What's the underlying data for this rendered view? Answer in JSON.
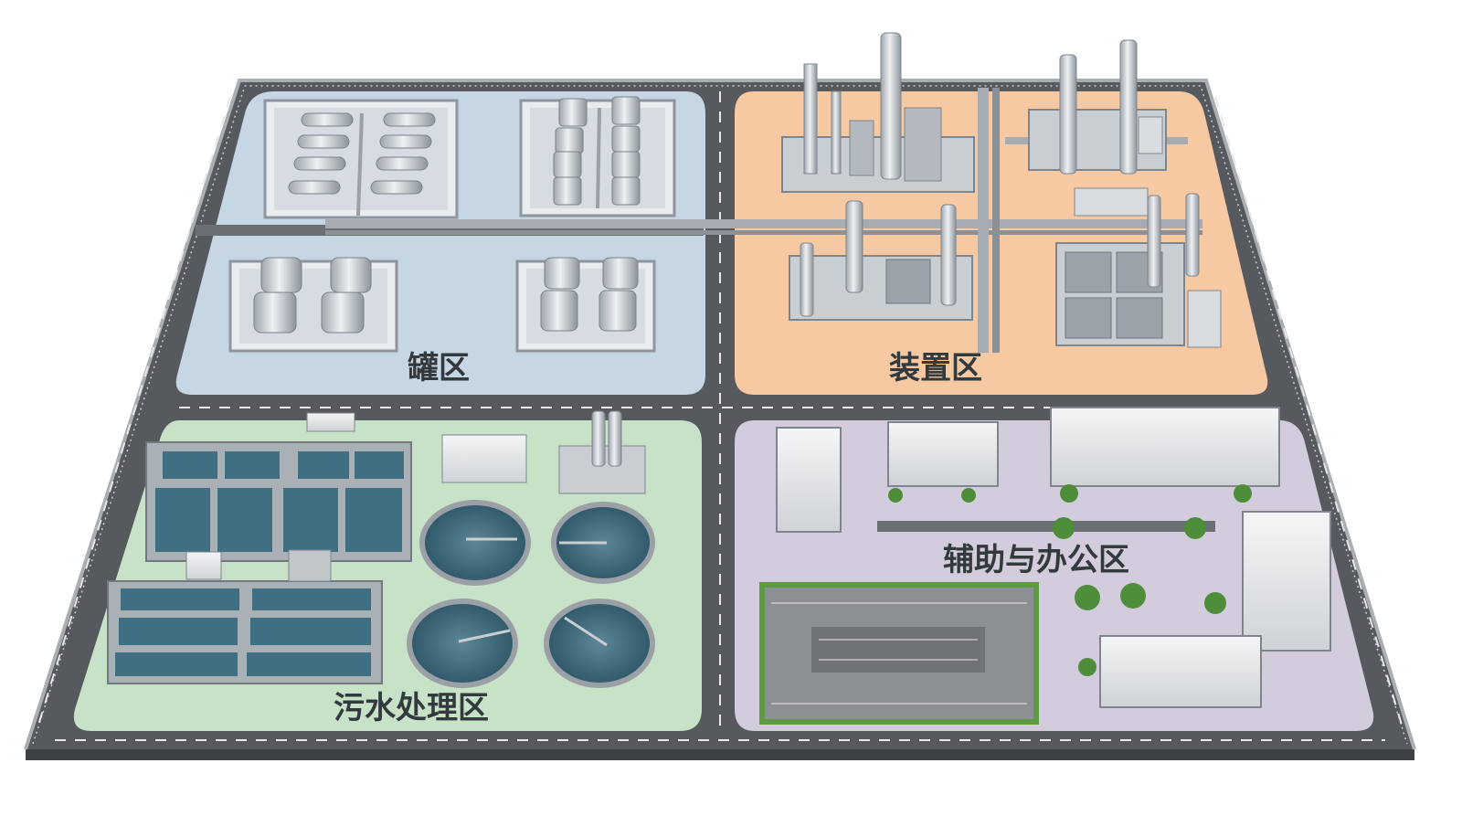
{
  "zones": {
    "tank_area": {
      "label": "罐区"
    },
    "process_area": {
      "label": "装置区"
    },
    "wastewater_area": {
      "label": "污水处理区"
    },
    "auxiliary_office_area": {
      "label": "辅助与办公区"
    }
  },
  "colors": {
    "site_ground": "#5b5e62",
    "road_marking": "#e8e8e8",
    "fence": "#9aa0a6",
    "tank_zone": "#c6d6e3",
    "process_zone": "#f6c9a2",
    "wastewater_zone": "#c7e2c6",
    "office_zone": "#d3ccdc",
    "water": "#3f6f82",
    "greenery": "#4e8e3a",
    "steel": "#b9bec4"
  }
}
